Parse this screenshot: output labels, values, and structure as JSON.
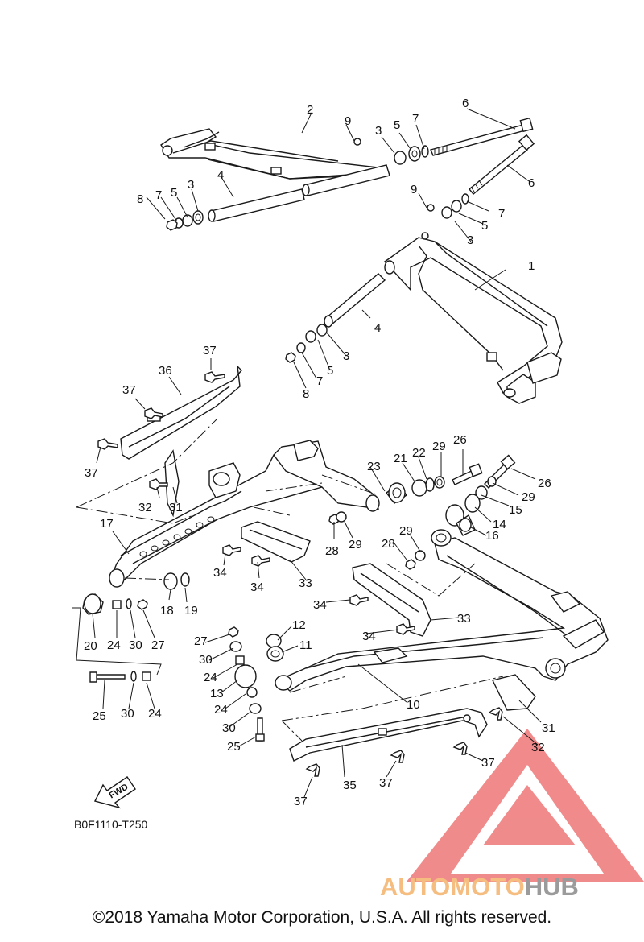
{
  "diagram": {
    "code": "B0F1110-T250",
    "fwd_label": "FWD",
    "copyright": "©2018 Yamaha Motor Corporation, U.S.A. All rights reserved.",
    "watermark": {
      "text_a": "AUTOMOTO",
      "text_b": "HUB",
      "color_a": "#f5b26b",
      "color_b": "#8a8a8a",
      "tri_color": "#ee7777"
    },
    "callouts": [
      {
        "id": "c2",
        "text": "2"
      },
      {
        "id": "c9a",
        "text": "9"
      },
      {
        "id": "c3a",
        "text": "3"
      },
      {
        "id": "c5a",
        "text": "5"
      },
      {
        "id": "c7a",
        "text": "7"
      },
      {
        "id": "c6a",
        "text": "6"
      },
      {
        "id": "c6b",
        "text": "6"
      },
      {
        "id": "c8a",
        "text": "8"
      },
      {
        "id": "c7b",
        "text": "7"
      },
      {
        "id": "c5b",
        "text": "5"
      },
      {
        "id": "c3b",
        "text": "3"
      },
      {
        "id": "c4a",
        "text": "4"
      },
      {
        "id": "c9b",
        "text": "9"
      },
      {
        "id": "c7c",
        "text": "7"
      },
      {
        "id": "c5c",
        "text": "5"
      },
      {
        "id": "c3c",
        "text": "3"
      },
      {
        "id": "c1",
        "text": "1"
      },
      {
        "id": "c4b",
        "text": "4"
      },
      {
        "id": "c3d",
        "text": "3"
      },
      {
        "id": "c5d",
        "text": "5"
      },
      {
        "id": "c7d",
        "text": "7"
      },
      {
        "id": "c8b",
        "text": "8"
      },
      {
        "id": "c37a",
        "text": "37"
      },
      {
        "id": "c36",
        "text": "36"
      },
      {
        "id": "c37b",
        "text": "37"
      },
      {
        "id": "c37c",
        "text": "37"
      },
      {
        "id": "c26a",
        "text": "26"
      },
      {
        "id": "c23",
        "text": "23"
      },
      {
        "id": "c21",
        "text": "21"
      },
      {
        "id": "c22",
        "text": "22"
      },
      {
        "id": "c29a",
        "text": "29"
      },
      {
        "id": "c26b",
        "text": "26"
      },
      {
        "id": "c29b",
        "text": "29"
      },
      {
        "id": "c15",
        "text": "15"
      },
      {
        "id": "c32a",
        "text": "32"
      },
      {
        "id": "c31a",
        "text": "31"
      },
      {
        "id": "c17",
        "text": "17"
      },
      {
        "id": "c14",
        "text": "14"
      },
      {
        "id": "c16",
        "text": "16"
      },
      {
        "id": "c28a",
        "text": "28"
      },
      {
        "id": "c29c",
        "text": "29"
      },
      {
        "id": "c29d",
        "text": "29"
      },
      {
        "id": "c28b",
        "text": "28"
      },
      {
        "id": "c34a",
        "text": "34"
      },
      {
        "id": "c34b",
        "text": "34"
      },
      {
        "id": "c33a",
        "text": "33"
      },
      {
        "id": "c34c",
        "text": "34"
      },
      {
        "id": "c33b",
        "text": "33"
      },
      {
        "id": "c18",
        "text": "18"
      },
      {
        "id": "c19",
        "text": "19"
      },
      {
        "id": "c20",
        "text": "20"
      },
      {
        "id": "c24a",
        "text": "24"
      },
      {
        "id": "c30a",
        "text": "30"
      },
      {
        "id": "c27a",
        "text": "27"
      },
      {
        "id": "c34d",
        "text": "34"
      },
      {
        "id": "c27b",
        "text": "27"
      },
      {
        "id": "c12",
        "text": "12"
      },
      {
        "id": "c30b",
        "text": "30"
      },
      {
        "id": "c11",
        "text": "11"
      },
      {
        "id": "c24b",
        "text": "24"
      },
      {
        "id": "c13",
        "text": "13"
      },
      {
        "id": "c24c",
        "text": "24"
      },
      {
        "id": "c10",
        "text": "10"
      },
      {
        "id": "c30c",
        "text": "30"
      },
      {
        "id": "c25a",
        "text": "25"
      },
      {
        "id": "c30d",
        "text": "30"
      },
      {
        "id": "c24d",
        "text": "24"
      },
      {
        "id": "c25b",
        "text": "25"
      },
      {
        "id": "c31b",
        "text": "31"
      },
      {
        "id": "c32b",
        "text": "32"
      },
      {
        "id": "c37d",
        "text": "37"
      },
      {
        "id": "c35",
        "text": "35"
      },
      {
        "id": "c37e",
        "text": "37"
      },
      {
        "id": "c37f",
        "text": "37"
      }
    ]
  }
}
